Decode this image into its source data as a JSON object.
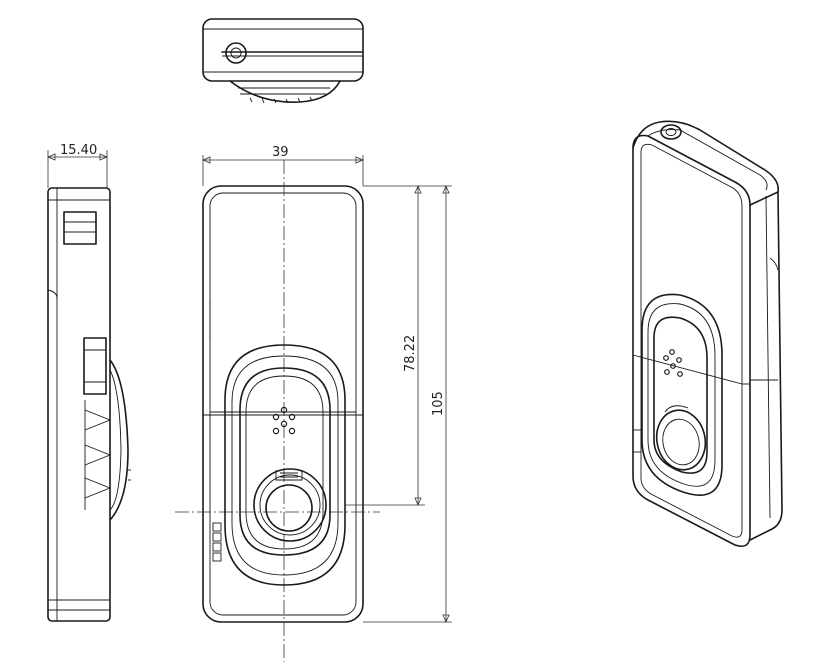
{
  "dimensions": {
    "thickness": "15.40",
    "width": "39",
    "button_height": "78.22",
    "overall_height": "105"
  },
  "views": [
    "top-view",
    "side-view",
    "front-view",
    "isometric-view"
  ]
}
